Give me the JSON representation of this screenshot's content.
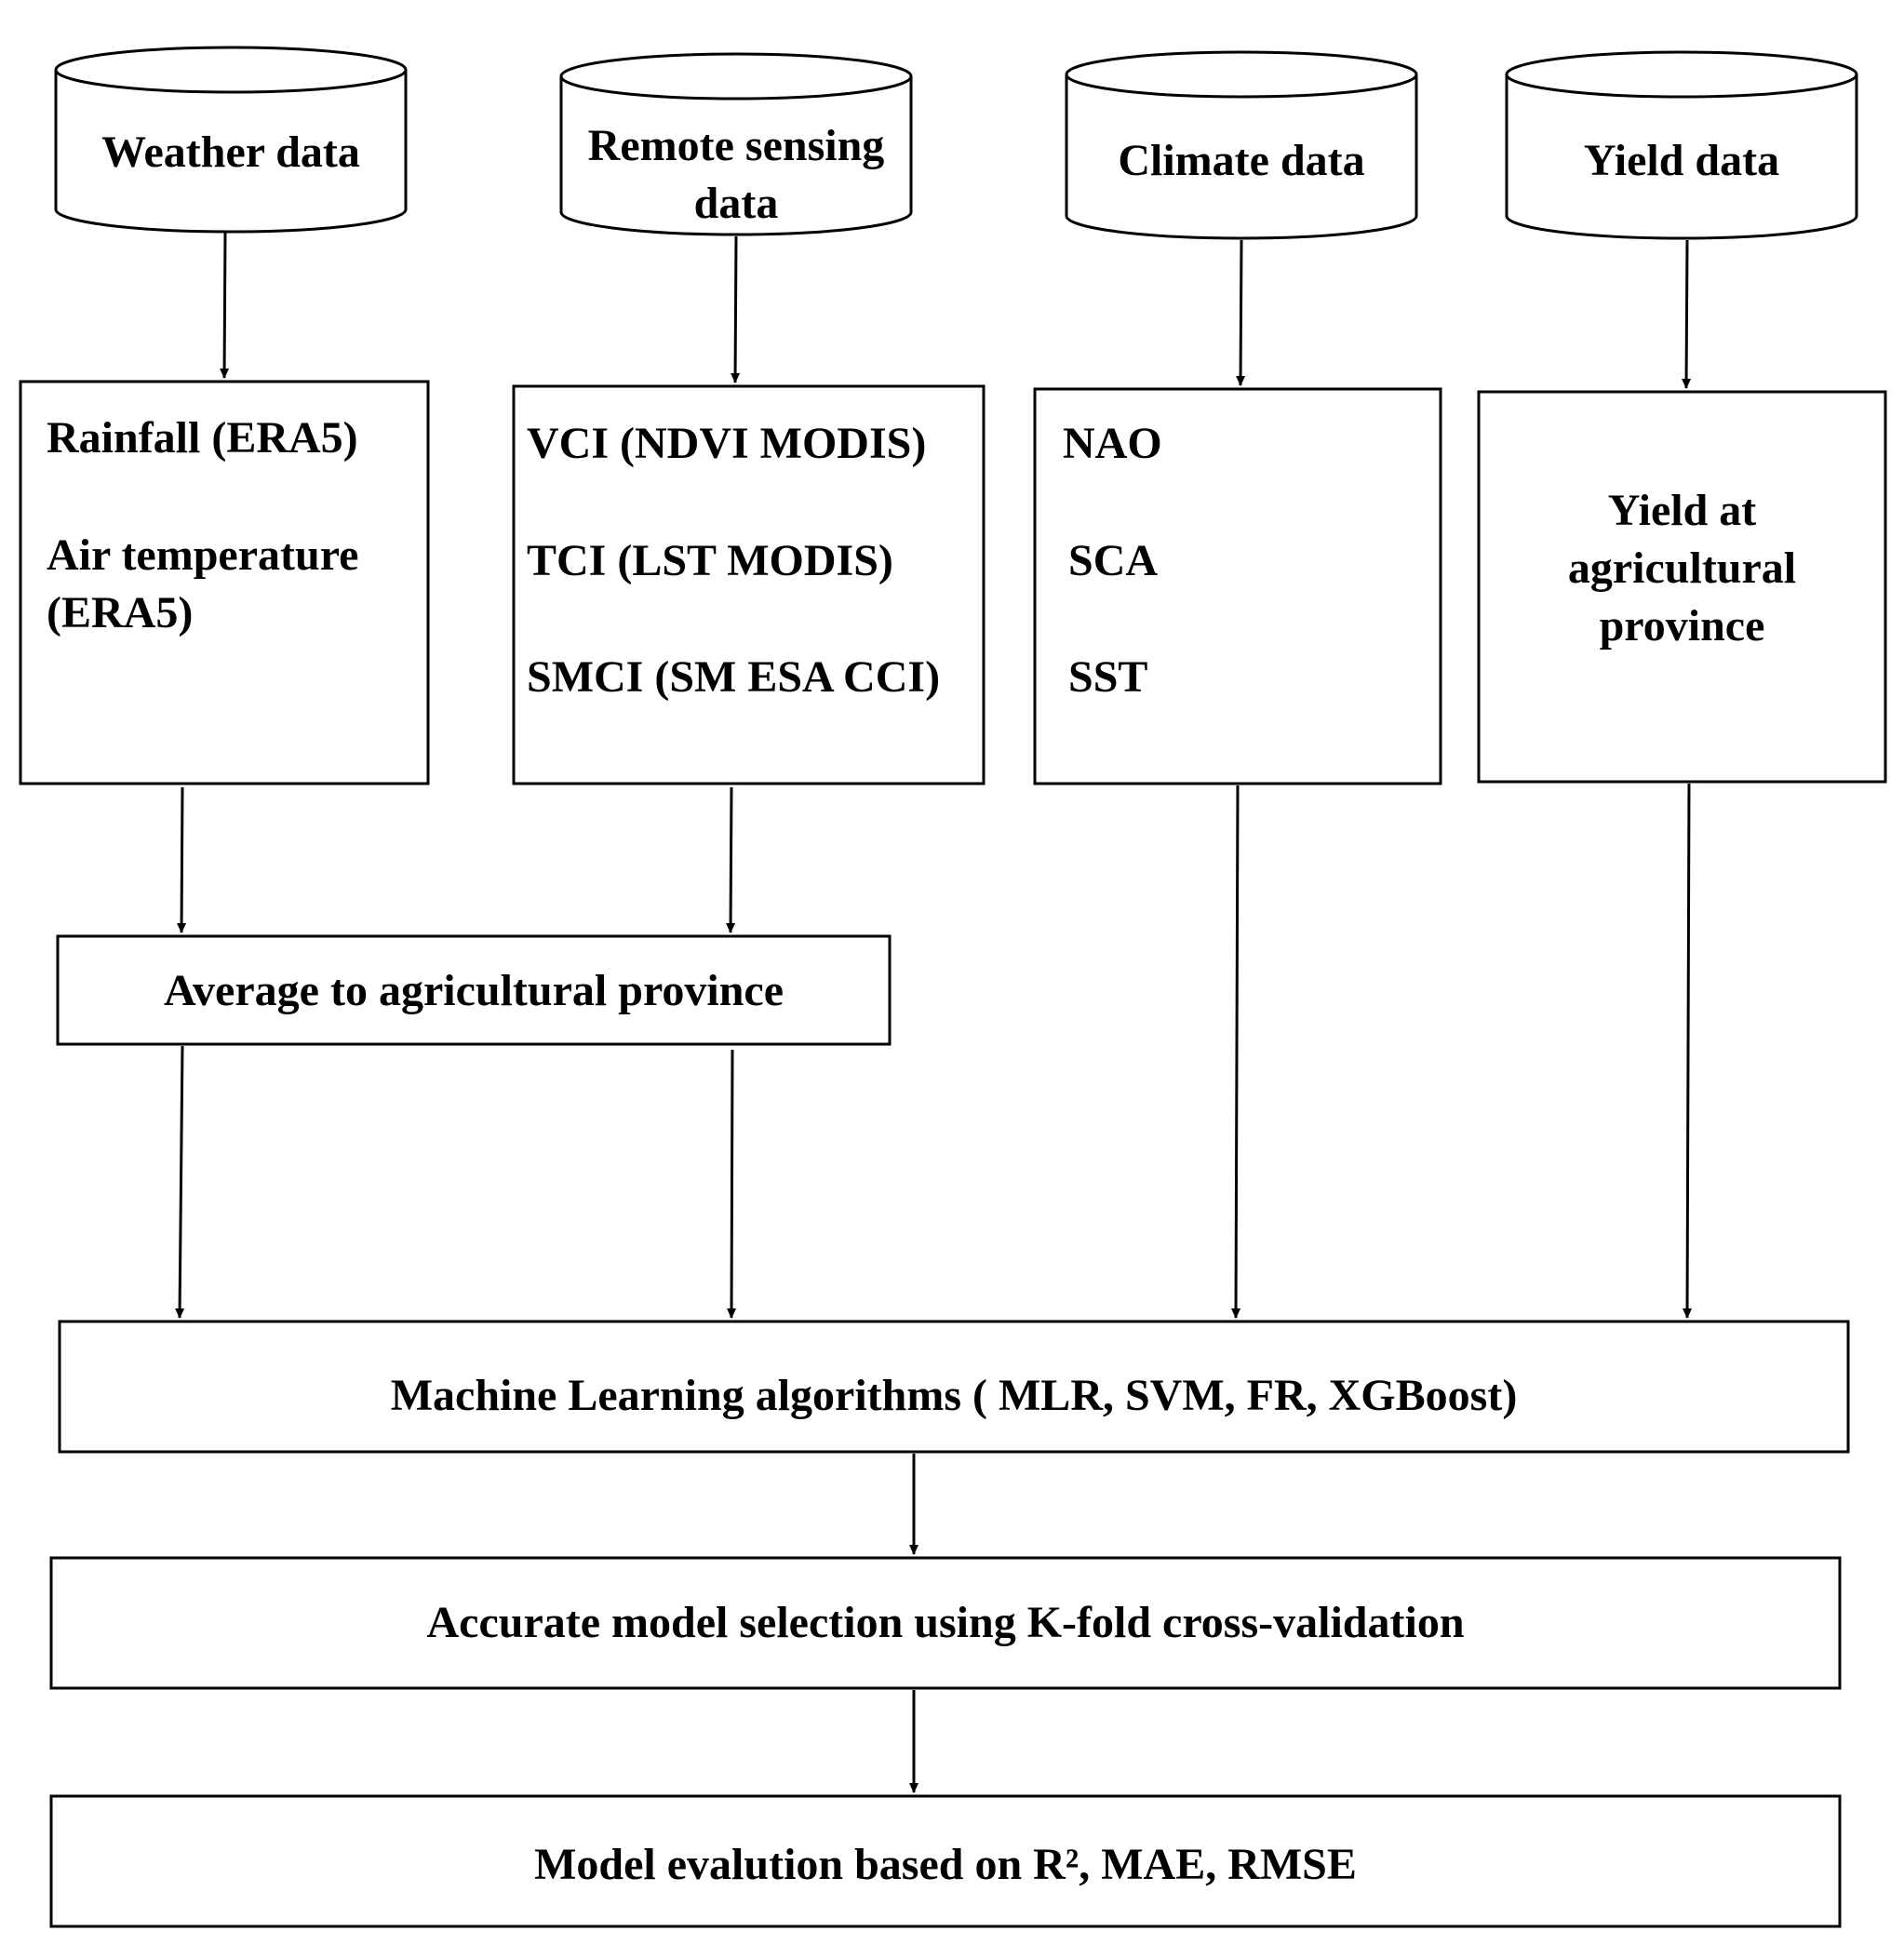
{
  "sources": {
    "weather": "Weather data",
    "remote_line1": "Remote sensing",
    "remote_line2": "data",
    "climate": "Climate data",
    "yield": "Yield data"
  },
  "boxes": {
    "weather": {
      "line1": "Rainfall (ERA5)",
      "line2": "Air temperature",
      "line3": "(ERA5)"
    },
    "remote": {
      "line1": "VCI (NDVI MODIS)",
      "line2": "TCI (LST MODIS)",
      "line3": "SMCI (SM ESA CCI)"
    },
    "climate": {
      "line1": "NAO",
      "line2": "SCA",
      "line3": "SST"
    },
    "yield": {
      "line1": "Yield at",
      "line2": "agricultural",
      "line3": "province"
    }
  },
  "steps": {
    "average": "Average to agricultural province",
    "ml": "Machine Learning algorithms ( MLR, SVM, FR, XGBoost)",
    "selection": "Accurate model selection using K-fold cross-validation",
    "evaluation": "Model evalution based on R², MAE, RMSE"
  }
}
